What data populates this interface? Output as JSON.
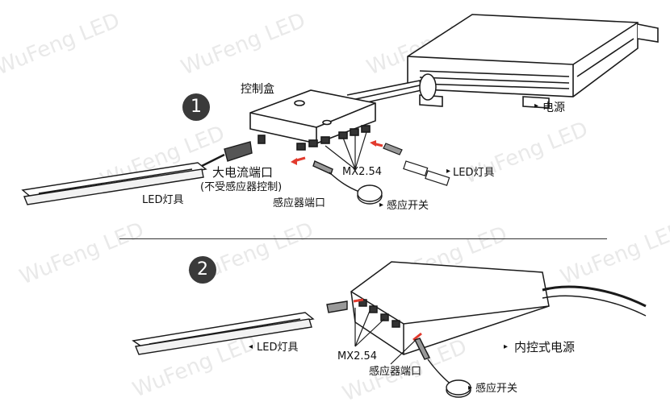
{
  "watermark": "WuFeng LED",
  "steps": {
    "one": "1",
    "two": "2"
  },
  "top": {
    "control_box": "控制盒",
    "power_supply": "电源",
    "high_current_port": "大电流端口",
    "high_current_note": "(不受感应器控制)",
    "mx_label": "MX2.54",
    "led_strip_right": "LED灯具",
    "led_strip_left": "LED灯具",
    "sensor_port": "感应器端口",
    "sensor_switch": "感应开关"
  },
  "bottom": {
    "led_strip": "LED灯具",
    "mx_label": "MX2.54",
    "internal_power": "内控式电源",
    "sensor_port": "感应器端口",
    "sensor_switch": "感应开关"
  },
  "colors": {
    "line": "#1a1a1a",
    "accent": "#e23b2e",
    "watermark": "#e9e9e9"
  }
}
